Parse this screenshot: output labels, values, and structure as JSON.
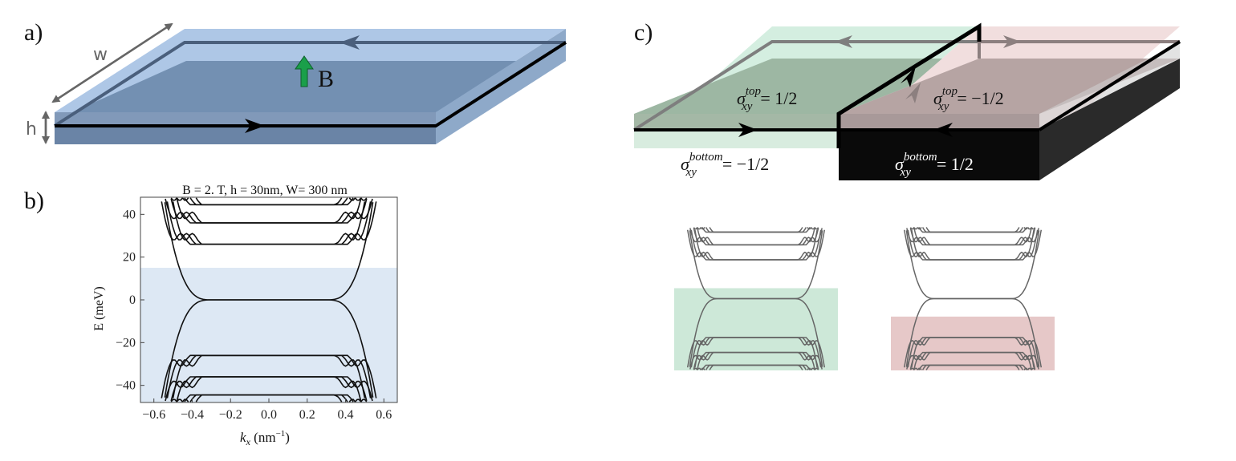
{
  "labels": {
    "panel_a": "a)",
    "panel_b": "b)",
    "panel_c": "c)",
    "width_symbol": "w",
    "height_symbol": "h",
    "field_symbol": "B"
  },
  "panel_c": {
    "top_left": {
      "sigma": "σ",
      "sub": "xy",
      "sup": "top",
      "value": "= 1/2"
    },
    "top_right": {
      "sigma": "σ",
      "sub": "xy",
      "sup": "top",
      "value": "= −1/2"
    },
    "bottom_left": {
      "sigma": "σ",
      "sub": "xy",
      "sup": "bottom",
      "value": "= −1/2"
    },
    "bottom_right": {
      "sigma": "σ",
      "sub": "xy",
      "sup": "bottom",
      "value": "= 1/2"
    }
  },
  "colors": {
    "slab_top": "#aec7e6",
    "slab_body": "#6f89ab",
    "green_region": "#cfeadb",
    "red_region": "#e8c9c9",
    "chart_shade": "#dde8f4",
    "field_arrow": "#1a9f4a"
  },
  "chart_data": {
    "type": "line",
    "title": "B = 2. T, h = 30nm, W= 300 nm",
    "xlabel_main": "k",
    "xlabel_sub": "x",
    "xlabel_unit": " (nm",
    "xlabel_unit_sup": "−1",
    "xlabel_close": ")",
    "ylabel": "E (meV)",
    "xlim": [
      -0.67,
      0.67
    ],
    "ylim": [
      -48,
      48
    ],
    "xticks": [
      -0.6,
      -0.4,
      -0.2,
      0.0,
      0.2,
      0.4,
      0.6
    ],
    "xtick_labels": [
      "−0.6",
      "−0.4",
      "−0.2",
      "0.0",
      "0.2",
      "0.4",
      "0.6"
    ],
    "yticks": [
      -40,
      -20,
      0,
      20,
      40
    ],
    "ytick_labels": [
      "−40",
      "−20",
      "0",
      "20",
      "40"
    ],
    "shaded_below_energy": 15,
    "zero_band": {
      "energy": 0,
      "edge_k": 0.4
    },
    "conduction_levels": [
      26,
      36,
      44.5
    ],
    "valence_levels": [
      -26,
      -36,
      -44.5
    ]
  },
  "band_insets": [
    {
      "shade_from_energy": 7,
      "shade_color": "green"
    },
    {
      "shade_from_energy": -12,
      "shade_color": "red"
    }
  ]
}
